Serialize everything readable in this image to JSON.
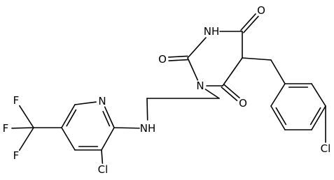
{
  "structure": {
    "atoms": [
      {
        "id": "o_top",
        "label": "O"
      },
      {
        "id": "nh_ring",
        "label": "NH"
      },
      {
        "id": "o_left",
        "label": "O"
      },
      {
        "id": "n_ring",
        "label": "N"
      },
      {
        "id": "o_bottom",
        "label": "O"
      },
      {
        "id": "cl_phenyl",
        "label": "Cl"
      },
      {
        "id": "n_pyridine",
        "label": "N"
      },
      {
        "id": "nh_linker",
        "label": "NH"
      },
      {
        "id": "cl_pyridine",
        "label": "Cl"
      },
      {
        "id": "f_top",
        "label": "F"
      },
      {
        "id": "f_left",
        "label": "F"
      },
      {
        "id": "f_bottom",
        "label": "F"
      }
    ]
  }
}
